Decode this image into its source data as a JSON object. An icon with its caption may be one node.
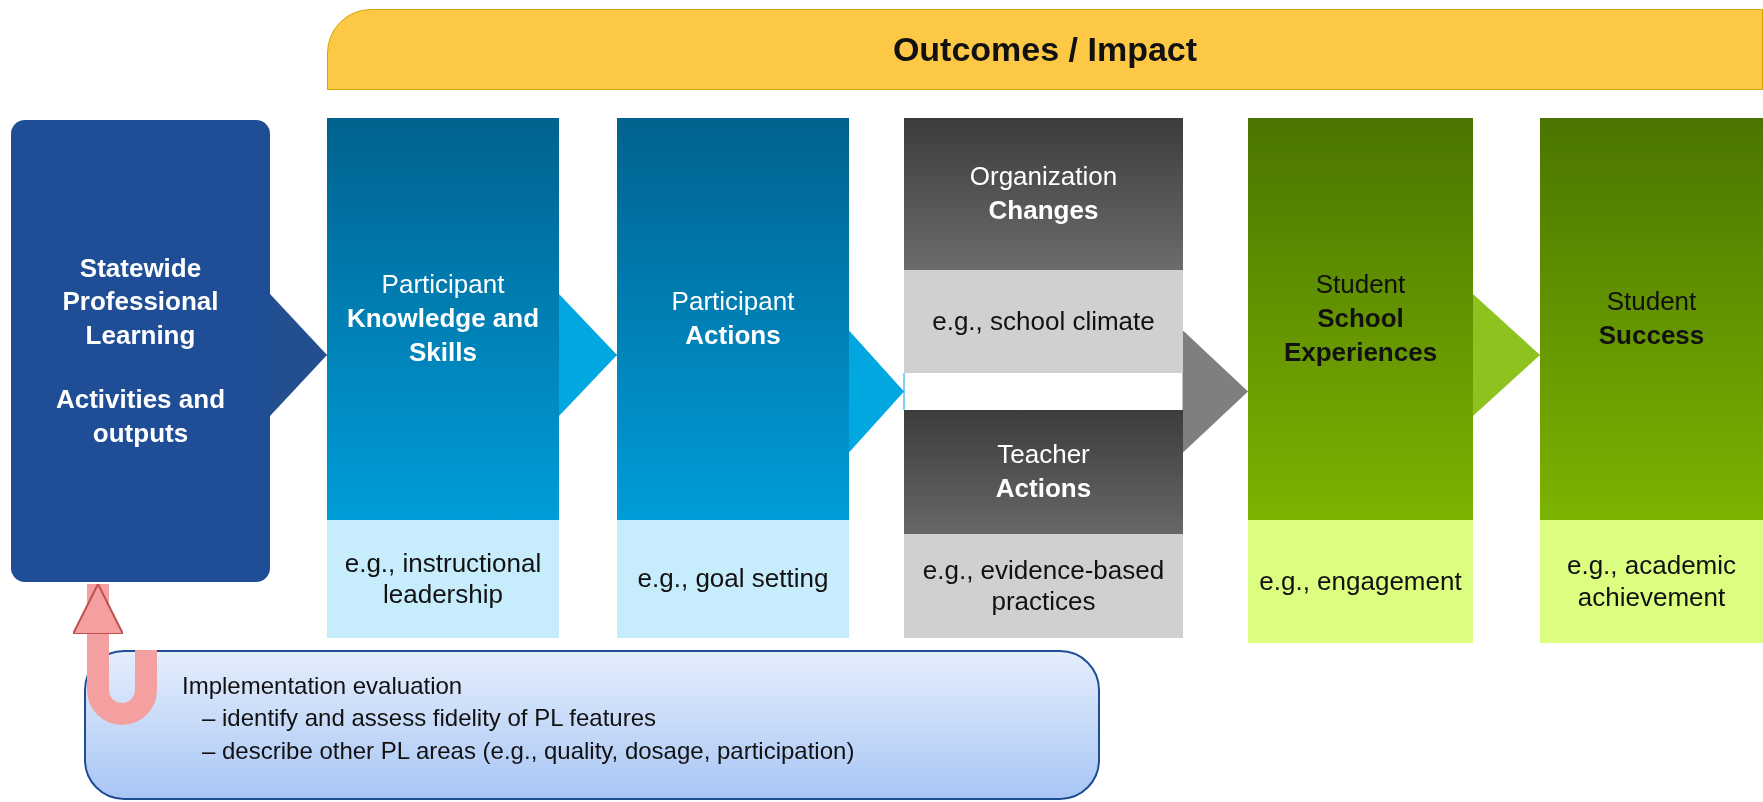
{
  "diagram": {
    "nodes": [
      {
        "text": [
          "Outcomes / Impact"
        ]
      },
      {
        "text": [
          "Statewide Professional Learning",
          "Activities and outputs"
        ]
      },
      {
        "text": [
          "Participant **Knowledge and Skills**",
          "e.g., instructional leadership"
        ]
      },
      {
        "text": [
          "Participant **Actions**",
          "e.g., goal setting"
        ]
      },
      {
        "text": [
          "Organization **Changes**",
          "e.g., school climate"
        ]
      },
      {
        "text": [
          "Teacher **Actions**",
          "e.g., evidence-based practices"
        ]
      },
      {
        "text": [
          "Student **School Experiences**",
          "e.g., engagement"
        ]
      },
      {
        "text": [
          "Student **Success**",
          "e.g., academic achievement"
        ]
      },
      {
        "text": [
          "Implementation evaluation",
          "– identify and assess fidelity of PL features",
          "– describe other PL areas (e.g., quality, dosage, participation)"
        ]
      }
    ],
    "edges": [
      {
        "from": 1,
        "to": 2,
        "arrow": "to",
        "color": "#234f91"
      },
      {
        "from": 2,
        "to": 3,
        "arrow": "to",
        "color": "#00a7e1"
      },
      {
        "from": 3,
        "to": 4,
        "arrow": "to",
        "color": "#00a7e1"
      },
      {
        "from": 3,
        "to": 5,
        "arrow": "to",
        "color": "#00a7e1"
      },
      {
        "from": 4,
        "to": 6,
        "arrow": "to",
        "color": "#7f7f7f"
      },
      {
        "from": 5,
        "to": 6,
        "arrow": "to",
        "color": "#7f7f7f"
      },
      {
        "from": 6,
        "to": 7,
        "arrow": "to",
        "color": "#8dc21f"
      },
      {
        "from": 8,
        "to": 1,
        "arrow": "to",
        "style": "thick",
        "color": "#f4a0a0"
      }
    ]
  }
}
